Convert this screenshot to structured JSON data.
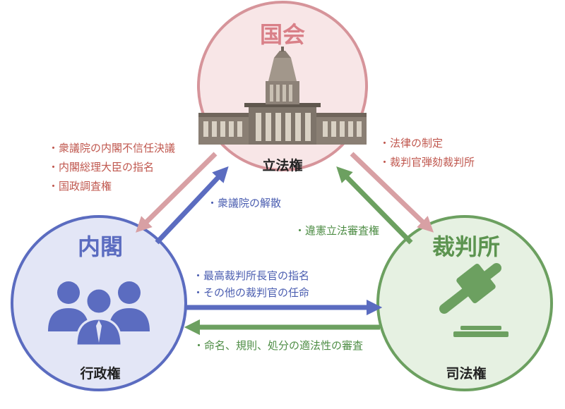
{
  "diet": {
    "title": "国会",
    "power": "立法権",
    "circle_fill": "#f8e6e7",
    "circle_stroke": "#d6949a",
    "title_color": "#d98088",
    "icon": "diet-building-icon"
  },
  "cabinet": {
    "title": "内閣",
    "power": "行政権",
    "circle_fill": "#e3e6f6",
    "circle_stroke": "#5b6cc0",
    "title_color": "#5b6cc0",
    "icon": "people-icon"
  },
  "court": {
    "title": "裁判所",
    "power": "司法権",
    "circle_fill": "#e6f1e2",
    "circle_stroke": "#6ca060",
    "title_color": "#5c9450",
    "icon": "gavel-icon"
  },
  "relations": {
    "diet_to_cabinet": [
      "・衆議院の内閣不信任決議",
      "・内閣総理大臣の指名",
      "・国政調査権"
    ],
    "cabinet_to_diet": [
      "・衆議院の解散"
    ],
    "diet_to_court": [
      "・法律の制定",
      "・裁判官弾劾裁判所"
    ],
    "court_to_diet": [
      "・違憲立法審査権"
    ],
    "cabinet_to_court": [
      "・最高裁判所長官の指名",
      "・その他の裁判官の任命"
    ],
    "court_to_cabinet": [
      "・命名、規則、処分の適法性の審査"
    ]
  },
  "colors": {
    "red_arrow": "#d8a0a4",
    "blue_arrow": "#5b6cc0",
    "green_arrow": "#6ca060",
    "red_text": "#c0584f",
    "blue_text": "#4a5db0",
    "green_text": "#4e8d45"
  }
}
